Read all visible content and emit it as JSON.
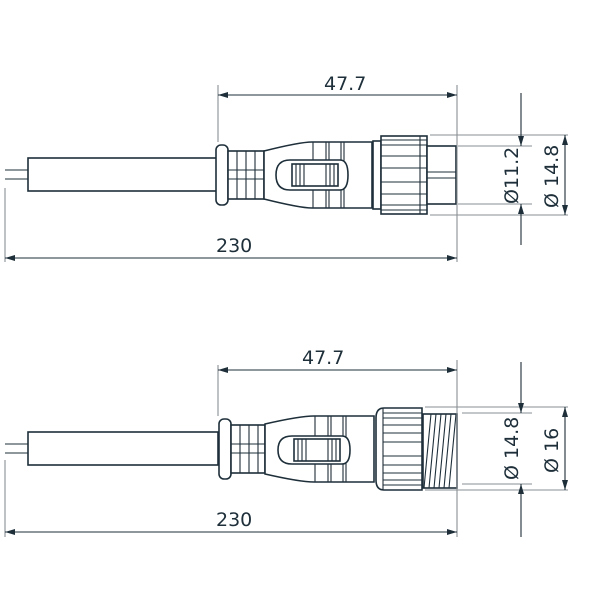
{
  "drawing": {
    "title": "Connector cable dimension drawing",
    "stroke_color": "#1e2f3a",
    "extension_color": "#8a8f93",
    "views": [
      {
        "name": "top-view-female-connector",
        "dimensions": {
          "connector_length": "47.7",
          "total_length": "230",
          "inner_diameter": "Ø11.2",
          "outer_diameter": "Ø 14.8"
        }
      },
      {
        "name": "bottom-view-male-connector",
        "dimensions": {
          "connector_length": "47.7",
          "total_length": "230",
          "inner_diameter": "Ø 14.8",
          "outer_diameter": "Ø 16"
        }
      }
    ]
  }
}
